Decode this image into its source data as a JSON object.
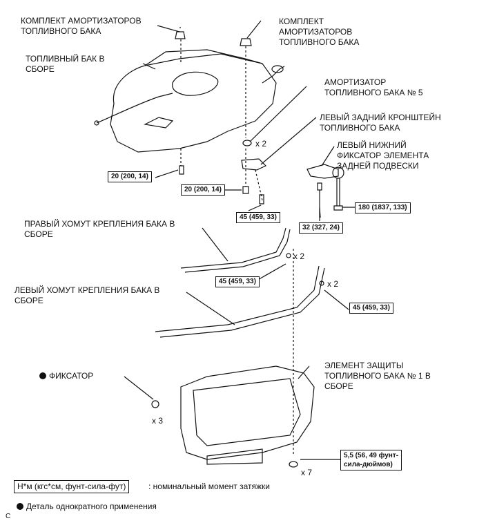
{
  "labels": {
    "absorber_set_left": [
      "КОМПЛЕКТ АМОРТИЗАТОРОВ",
      "ТОПЛИВНОГО БАКА"
    ],
    "absorber_set_right": [
      "КОМПЛЕКТ",
      "АМОРТИЗАТОРОВ",
      "ТОПЛИВНОГО БАКА"
    ],
    "fuel_tank": [
      "ТОПЛИВНЫЙ БАК В",
      "СБОРЕ"
    ],
    "absorber_no5": [
      "АМОРТИЗАТОР",
      "ТОПЛИВНОГО БАКА № 5"
    ],
    "left_rear_bracket": [
      "ЛЕВЫЙ ЗАДНИЙ КРОНШТЕЙН",
      "ТОПЛИВНОГО БАКА"
    ],
    "left_lower_retainer": [
      "ЛЕВЫЙ НИЖНИЙ",
      "ФИКСАТОР ЭЛЕМЕНТА",
      "ЗАДНЕЙ ПОДВЕСКИ"
    ],
    "right_band": [
      "ПРАВЫЙ ХОМУТ КРЕПЛЕНИЯ БАКА В",
      "СБОРЕ"
    ],
    "left_band": [
      "ЛЕВЫЙ ХОМУТ КРЕПЛЕНИЯ БАКА В",
      "СБОРЕ"
    ],
    "retainer": "ФИКСАТОР",
    "protector": [
      "ЭЛЕМЕНТ ЗАЩИТЫ",
      "ТОПЛИВНОГО БАКА № 1 В",
      "СБОРЕ"
    ]
  },
  "torques": {
    "t1": "20 (200, 14)",
    "t2": "20 (200, 14)",
    "t3": "45 (459, 33)",
    "t4": "32 (327, 24)",
    "t5": "180 (1837, 133)",
    "t6": "45 (459, 33)",
    "t7": "45 (459, 33)",
    "t8": [
      "5,5 (56, 49 фунт-",
      "сила-дюймов)"
    ]
  },
  "multipliers": {
    "absorber": "x 2",
    "right_band_bolt": "x 2",
    "left_band_bolt": "x 2",
    "retainer": "x 3",
    "protector_bolt": "x 7"
  },
  "legend": {
    "torque_box": "Н*м (кгс*см, фунт-сила-фут)",
    "torque_desc": ": номинальный момент затяжки",
    "single_use": "Деталь однократного применения"
  },
  "corner_mark": "C"
}
